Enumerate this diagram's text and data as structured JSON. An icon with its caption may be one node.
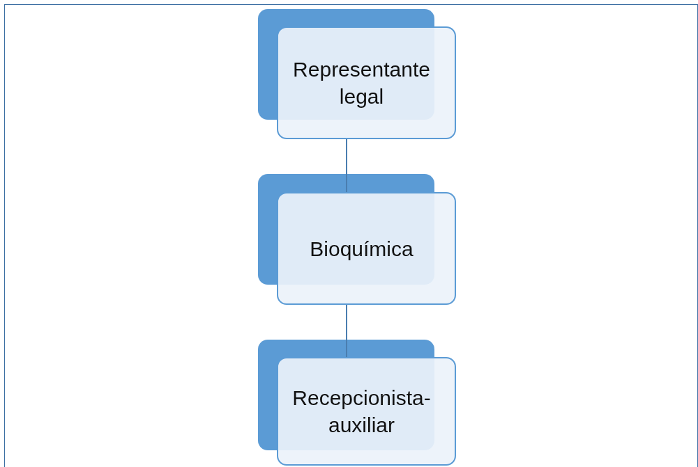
{
  "diagram": {
    "nodes": [
      {
        "text": [
          "Representante legal"
        ]
      },
      {
        "text": [
          "Bioquímica"
        ]
      },
      {
        "text": [
          "Recepcionista- auxiliar"
        ]
      }
    ],
    "edges": [
      {
        "from": 0,
        "to": 1,
        "arrow": "none"
      },
      {
        "from": 1,
        "to": 2,
        "arrow": "none"
      }
    ]
  }
}
